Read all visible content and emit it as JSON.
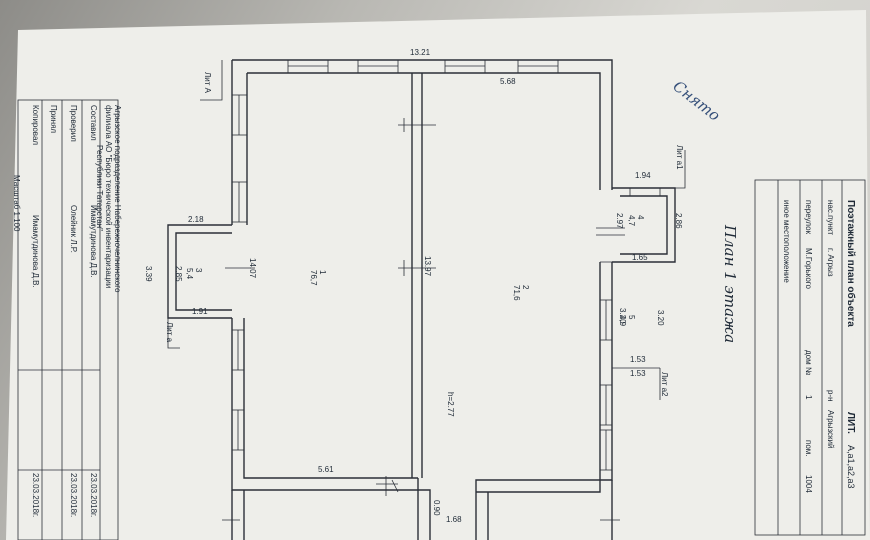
{
  "stamp": {
    "org_line_1": "Агрызское подразделение Набережночелнинского",
    "org_line_2": "филиала АО \"Бюро технической инвентаризации",
    "org_line_3": "Республики Татарстан\"",
    "rows": [
      {
        "role": "Составил",
        "name": "Имамутдинова Д.В.",
        "date": "23.03.2018г."
      },
      {
        "role": "Проверил",
        "name": "Олейник Л.Р.",
        "date": "23.03.2018г."
      },
      {
        "role": "Принял",
        "name": "",
        "date": ""
      },
      {
        "role": "Копировал",
        "name": "Имамутдинова Д.В.",
        "date": "23.03.2018г."
      }
    ],
    "scale": "Масштаб 1:100"
  },
  "title_block": {
    "title": "Поэтажный план объекта",
    "lit_label": "ЛИТ.",
    "lit_value": "А,а1,а2,а3",
    "locality_label": "нас.пункт",
    "locality_value": "г. Агрыз",
    "district_label": "р-н",
    "district_value": "Агрызский",
    "street_label": "переулок",
    "street_value": "М.Горького",
    "house_label": "дом №",
    "house_value": "1",
    "room_label": "пом.",
    "room_value": "1004",
    "other_label": "иное местоположение"
  },
  "plan": {
    "heading": "План 1 этажа",
    "dims": {
      "top_total": "13.21",
      "top_inner": "5.68",
      "bottom_inner": "5.61",
      "left_room_w": "2.18",
      "left_room_h": "3.39",
      "left_room_h2": "2.85",
      "left_room_bottom": "1.91",
      "center_left": "14.07",
      "center_right": "13.97",
      "vest_top": "1.94",
      "vest_left": "2.97",
      "vest_right": "2.86",
      "vest_bottom": "1.65",
      "wc_a": "3.20",
      "wc_b": "3.20",
      "wc_c": "1.53",
      "wc_d": "1.53",
      "door_a": "0.90",
      "door_b": "1.68",
      "height": "h=2.77"
    },
    "rooms": [
      {
        "label": "1\n76,7"
      },
      {
        "label": "2\n71,6"
      },
      {
        "label": "3\n5,4"
      },
      {
        "label": "4\n4,7"
      },
      {
        "label": "5\n4,9"
      }
    ],
    "lit_marks": {
      "a": "Лит А",
      "a_small": "Лит а",
      "a1": "Лит а1",
      "a2": "Лит а2"
    },
    "handwriting": "Снято"
  }
}
